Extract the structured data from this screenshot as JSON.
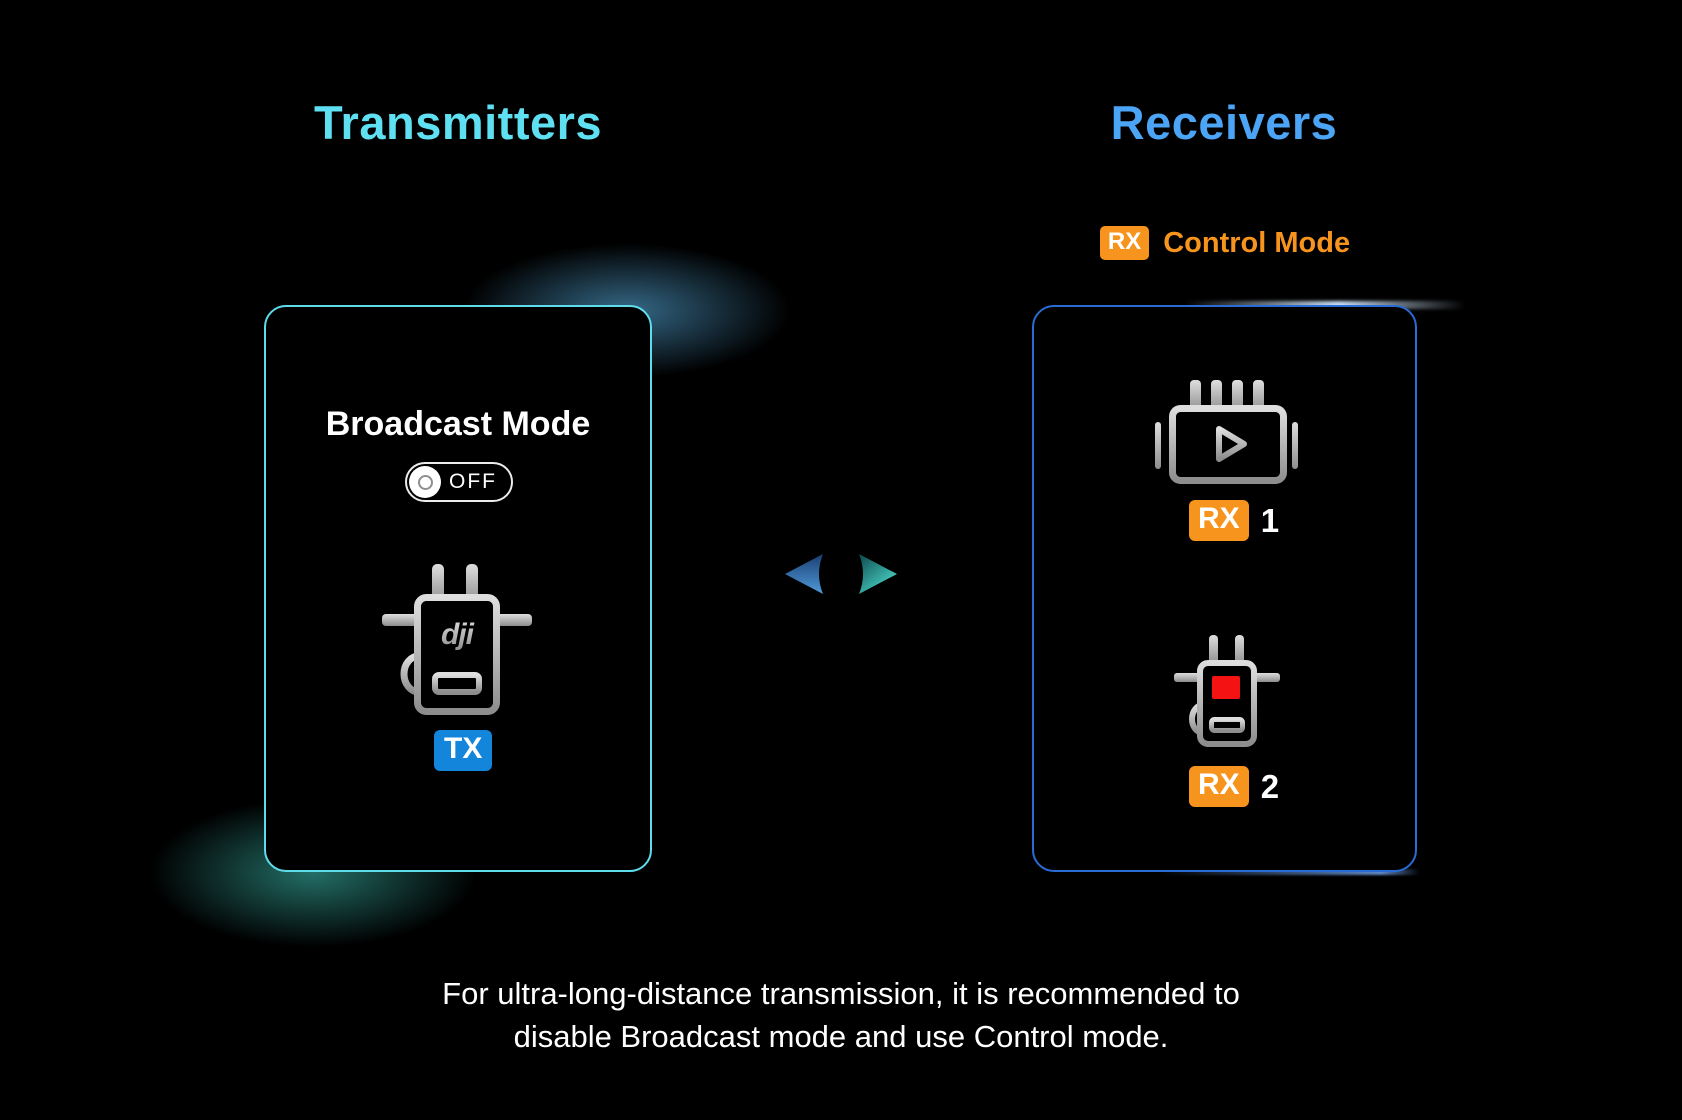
{
  "colors": {
    "bg": "#000000",
    "title-cyan": "#5FE0F2",
    "title-blue": "#4BA4F5",
    "orange": "#F7941D",
    "tx-blue": "#1385DB",
    "rx2-status-red": "#F51212",
    "card-cyan-border": "#5FDCEC",
    "card-blue-border": "#2B6BD4"
  },
  "header": {
    "left_title": "Transmitters",
    "right_title": "Receivers"
  },
  "control_mode": {
    "badge": "RX",
    "label": "Control Mode"
  },
  "transmitter_card": {
    "mode_label": "Broadcast Mode",
    "toggle_state": "OFF",
    "device_logo": "dji",
    "device_badge": "TX"
  },
  "receiver_card": {
    "receivers": [
      {
        "badge": "RX",
        "number": "1",
        "icon": "video-receiver-icon"
      },
      {
        "badge": "RX",
        "number": "2",
        "icon": "belt-pack-receiver-icon"
      }
    ]
  },
  "arrows": {
    "left_icon": "arrow-left-icon",
    "right_icon": "arrow-right-icon"
  },
  "footer": {
    "line1": "For ultra-long-distance transmission, it is recommended to",
    "line2": "disable Broadcast mode and use Control mode."
  }
}
